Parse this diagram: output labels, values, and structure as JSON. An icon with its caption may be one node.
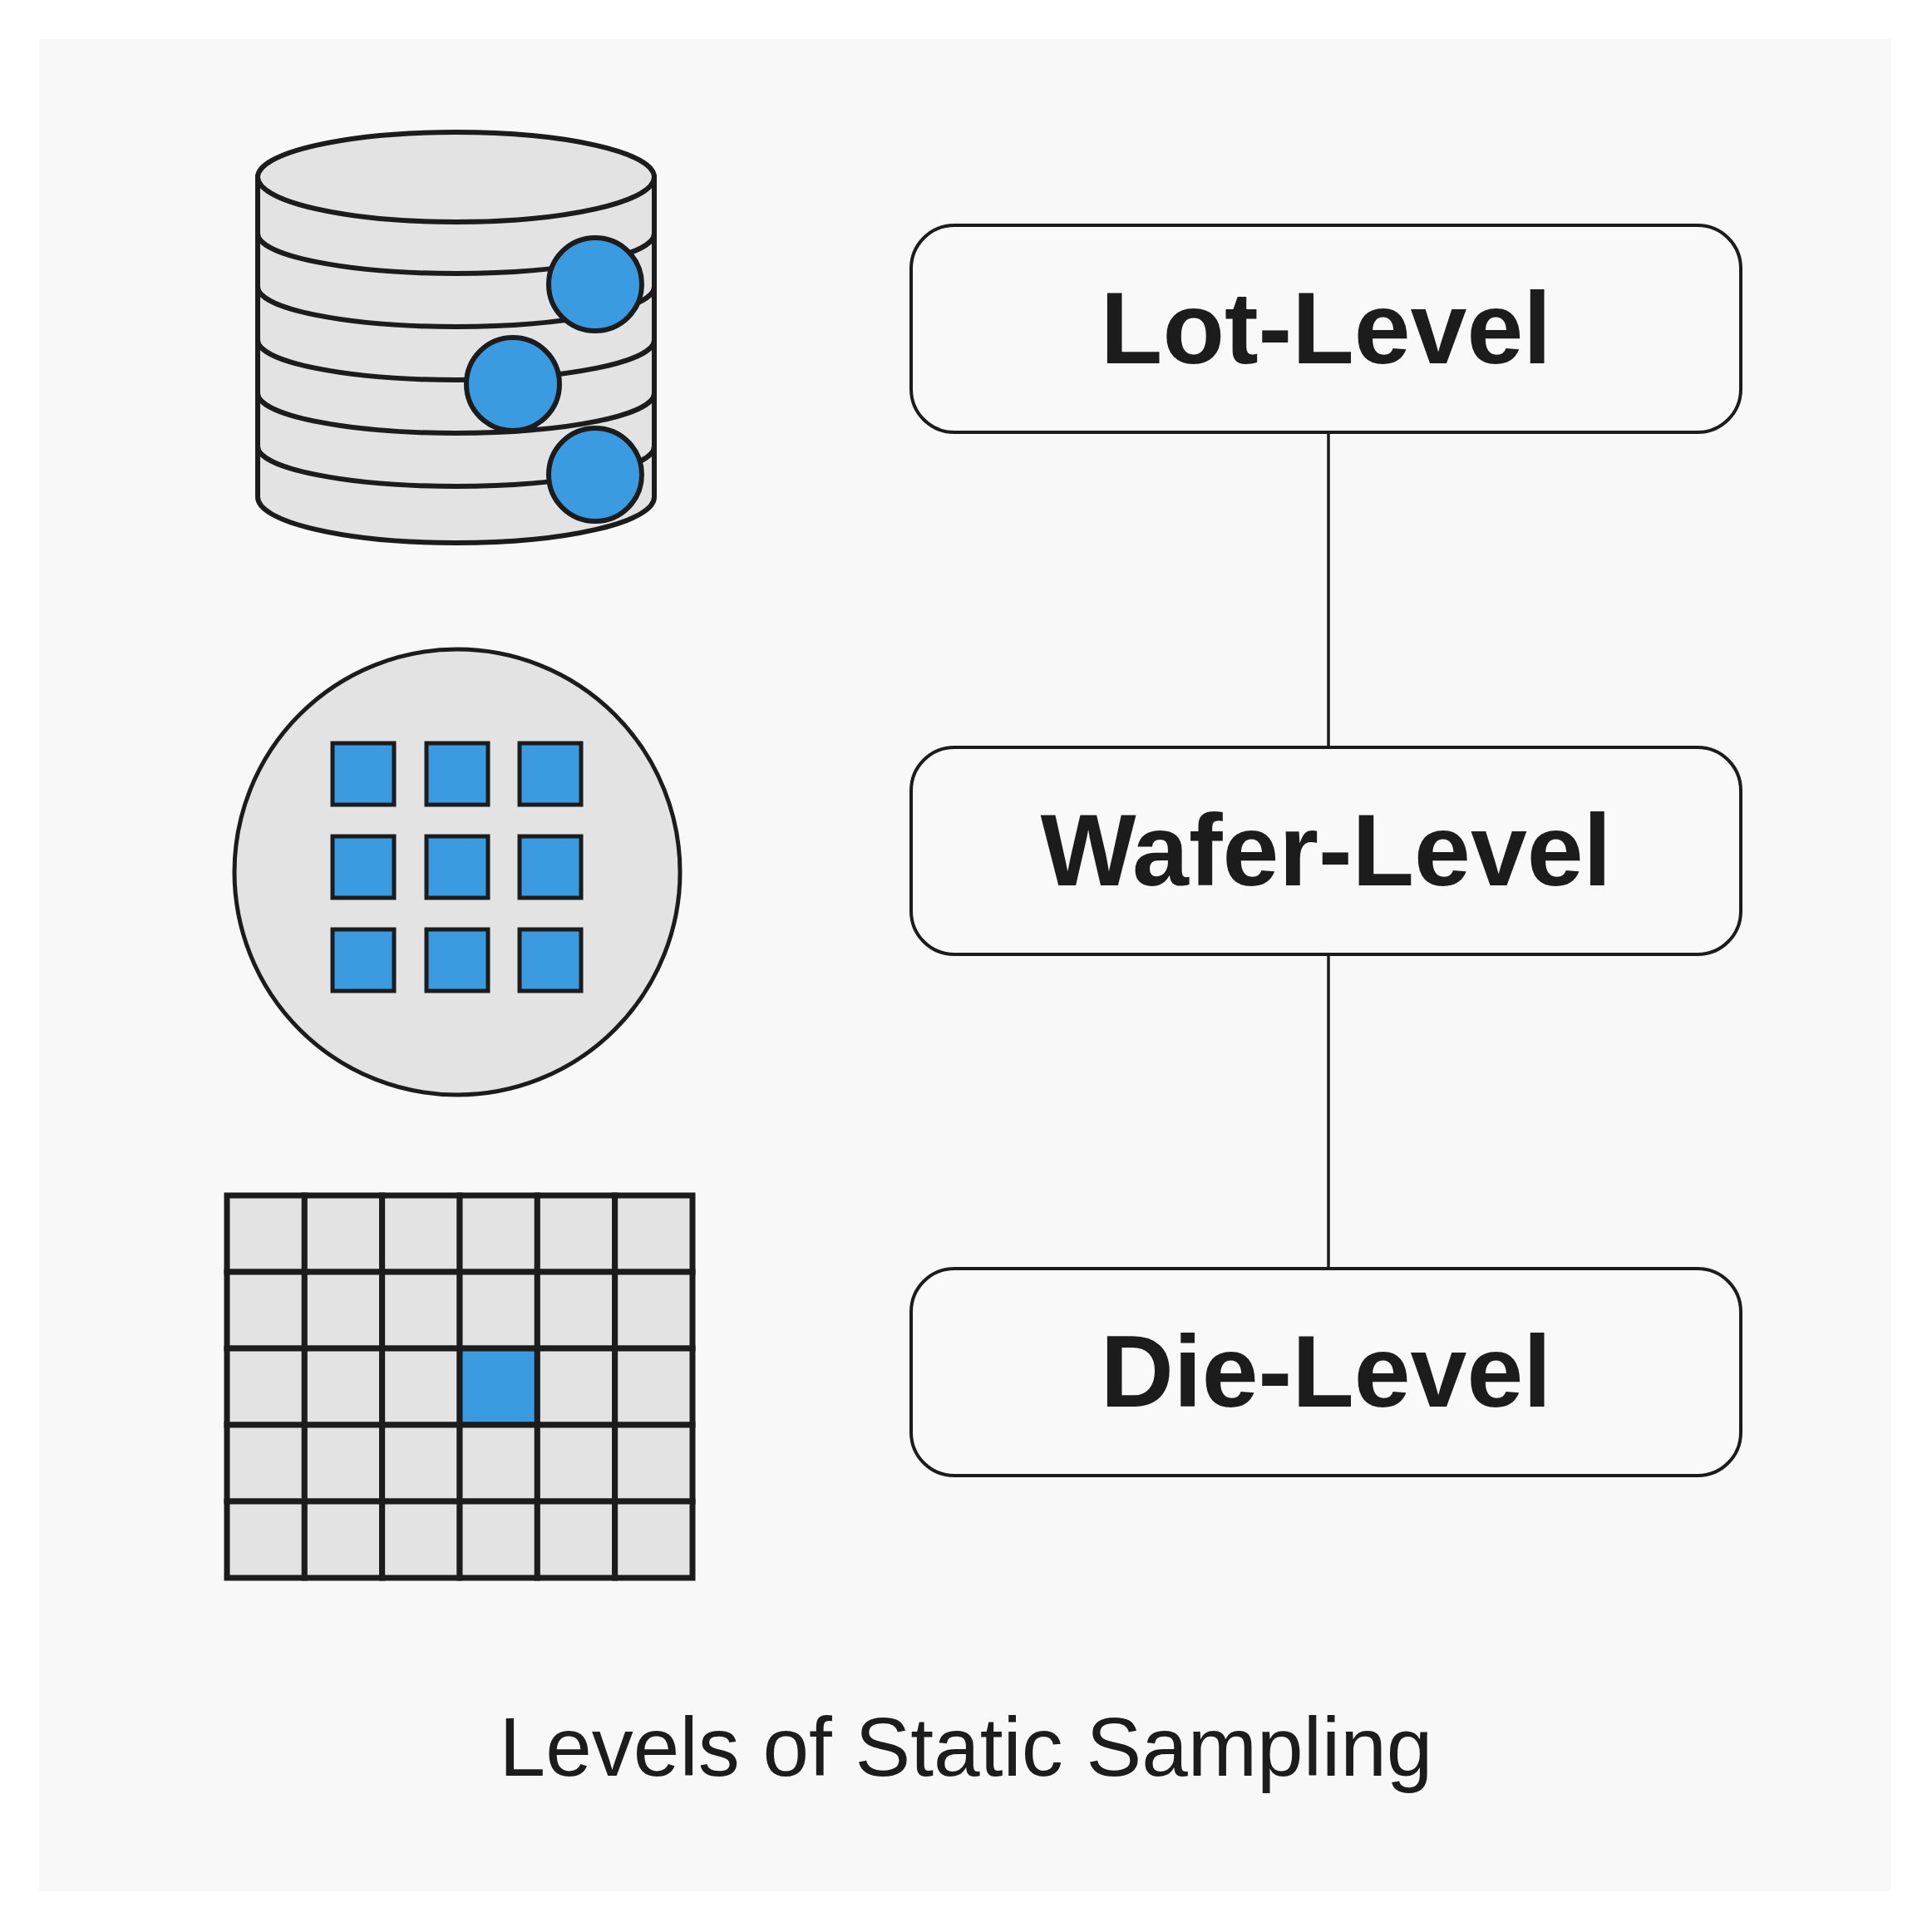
{
  "diagram": {
    "caption": "Levels of Static Sampling",
    "nodes": [
      {
        "text": [
          "Lot-Level"
        ]
      },
      {
        "text": [
          "Wafer-Level"
        ]
      },
      {
        "text": [
          "Die-Level"
        ]
      }
    ],
    "edges": [
      {
        "from": 0,
        "to": 1,
        "arrow": "none"
      },
      {
        "from": 1,
        "to": 2,
        "arrow": "none"
      }
    ]
  }
}
